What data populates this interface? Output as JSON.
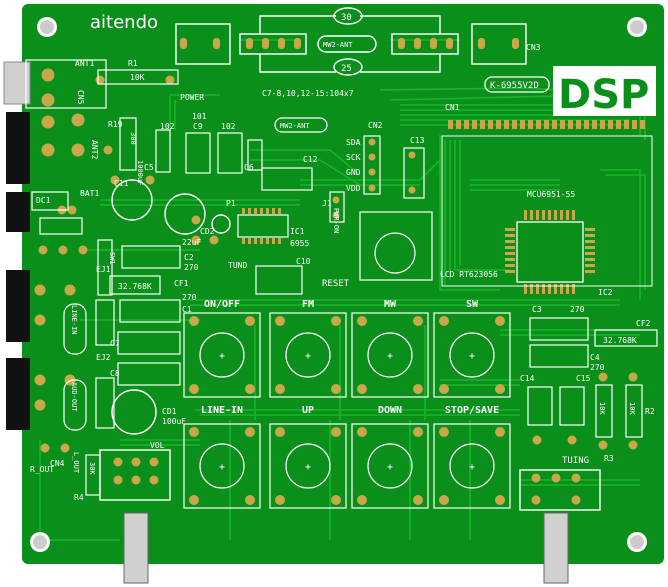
{
  "board": {
    "brand": "aitendo",
    "model": "K-6955V2D",
    "logo": "DSP",
    "colors": {
      "pcb": "#0a8f1a",
      "trace": "#16b82a",
      "silk": "#ffffff",
      "pad": "#c8a84b",
      "hole": "#4a4a4a"
    }
  },
  "labels": {
    "ant1": "ANT1",
    "cn5": "CN5",
    "r1": "R1",
    "r1v": "10K",
    "power": "POWER",
    "r19": "R19",
    "r19v": "300",
    "c7note": "C7-8,10,12-15:104x7",
    "mw2ant_top": "MW2-ANT",
    "mw2ant_mid": "MW2-ANT",
    "top30": "30",
    "top25": "25",
    "cn3": "CN3",
    "ant2": "ANT2",
    "c102a": "102",
    "c101": "101",
    "c102b": "102",
    "c9": "C9",
    "c5": "C5",
    "c6": "C6",
    "c11": "C11",
    "c11v": "1000uF",
    "c12": "C12",
    "cn2": "CN2",
    "sda": "SDA",
    "sck": "SCK",
    "gnd": "GND",
    "vdd": "VDD",
    "c13": "C13",
    "cn1": "CN1",
    "mcu": "MCU6951-55",
    "lcd": "LCD RT623056",
    "ic2": "IC2",
    "c3": "C3",
    "c3v": "270",
    "cf2": "CF2",
    "xtal2": "32.768K",
    "c4": "C4",
    "c4v": "270",
    "dc1": "DC1",
    "bat1": "BAT1",
    "sw1": "SW1",
    "ej1": "EJ1",
    "linein_v": "LINE-IN",
    "ej2": "EJ2",
    "audout_v": "AUD-OUT",
    "rout": "R_OUT",
    "cn4": "CN4",
    "lout": "L_OUT",
    "r4": "R4",
    "r4v": "30K",
    "p1": "P1",
    "ic1": "IC1",
    "ic1v": "6955",
    "cd2": "CD2",
    "cd2v": "22uF",
    "j1": "J1",
    "pwron": "PWR-ON",
    "c10": "C10",
    "reset": "RESET",
    "tund": "TUND",
    "c2": "C2",
    "c2v": "270",
    "xtal1": "32.768K",
    "cf1": "CF1",
    "c1": "C1",
    "c1v": "270",
    "c7": "C7",
    "c8": "C8",
    "cd1": "CD1",
    "cd1v": "100uF",
    "vol": "VOL",
    "c14": "C14",
    "c15": "C15",
    "r3": "R3",
    "r2": "R2",
    "r10k1": "10K",
    "r10k2": "10K",
    "tuing": "TUING"
  },
  "buttons": [
    {
      "label": "ON/OFF"
    },
    {
      "label": "FM"
    },
    {
      "label": "MW"
    },
    {
      "label": "SW"
    },
    {
      "label": "LINE-IN"
    },
    {
      "label": "UP"
    },
    {
      "label": "DOWN"
    },
    {
      "label": "STOP/SAVE"
    }
  ]
}
